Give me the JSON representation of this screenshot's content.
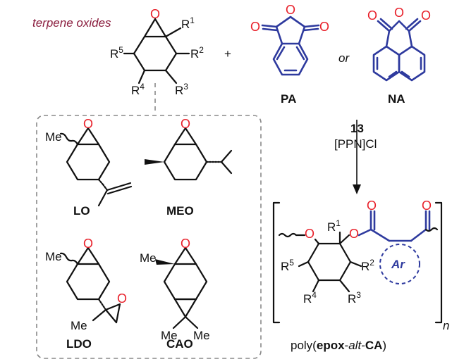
{
  "header": {
    "class_label": "terpene oxides",
    "class_color": "#8b1e3f",
    "plus": "+",
    "or": "or"
  },
  "epoxide": {
    "O": "O",
    "R1": "R",
    "R1_sup": "1",
    "R2": "R",
    "R2_sup": "2",
    "R3": "R",
    "R3_sup": "3",
    "R4": "R",
    "R4_sup": "4",
    "R5": "R",
    "R5_sup": "5"
  },
  "anhydrides": [
    {
      "label": "PA",
      "atoms": [
        "O",
        "O",
        "O"
      ]
    },
    {
      "label": "NA",
      "atoms": [
        "O",
        "O",
        "O"
      ]
    }
  ],
  "monomers": [
    {
      "label": "LO",
      "me": "Me",
      "O": "O"
    },
    {
      "label": "MEO",
      "O": "O"
    },
    {
      "label": "LDO",
      "me": "Me",
      "me2": "Me",
      "O": "O",
      "O2": "O"
    },
    {
      "label": "CAO",
      "me": "Me",
      "me2": "Me",
      "me3": "Me",
      "O": "O"
    }
  ],
  "conditions": {
    "catalyst": "13",
    "cocatalyst": "[PPN]Cl"
  },
  "polymer": {
    "R1": "R",
    "R1_sup": "1",
    "R2": "R",
    "R2_sup": "2",
    "R3": "R",
    "R3_sup": "3",
    "R4": "R",
    "R4_sup": "4",
    "R5": "R",
    "R5_sup": "5",
    "ar": "Ar",
    "n": "n",
    "O": "O",
    "caption_prefix": "poly(",
    "caption_epox": "epox",
    "caption_dash1": "-",
    "caption_alt": "alt",
    "caption_dash2": "-",
    "caption_ca": "CA",
    "caption_suffix": ")"
  },
  "colors": {
    "oxygen": "#e8202a",
    "anhydride": "#2e3a9e",
    "bond": "#111111",
    "dashed_box": "#888888"
  }
}
